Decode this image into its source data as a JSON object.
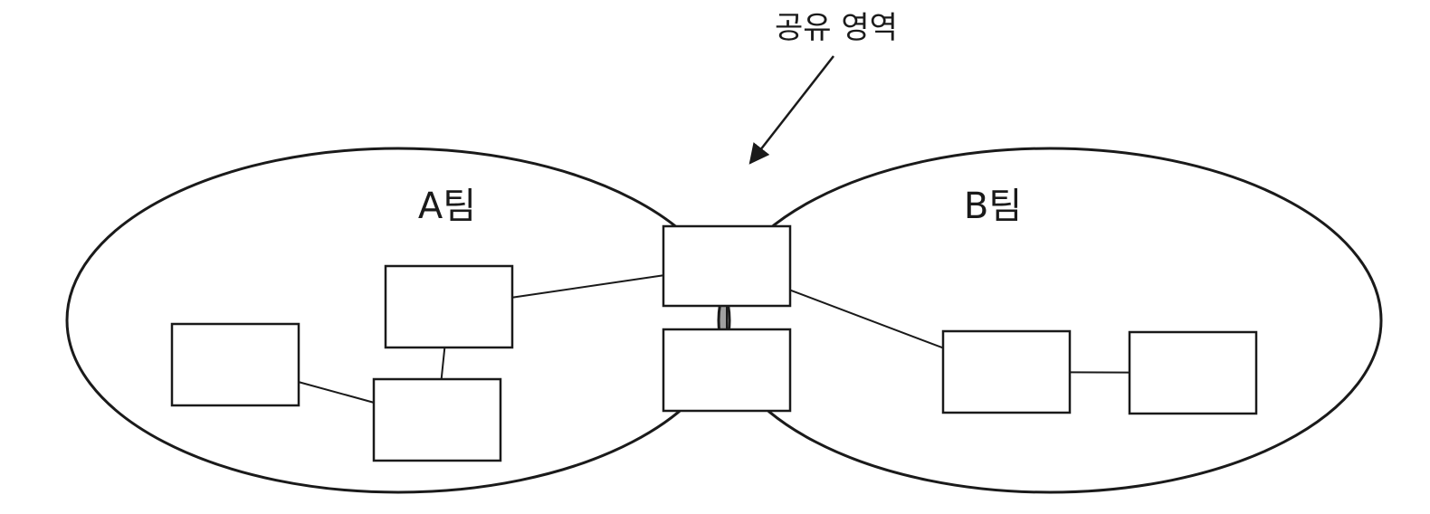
{
  "diagram": {
    "shared_area_label": "공유 영역",
    "team_a_label": "A팀",
    "team_b_label": "B팀",
    "colors": {
      "ink": "#1a1a1a",
      "shared_fill": "#a0a0a0",
      "box_fill": "#ffffff",
      "background": "#ffffff"
    },
    "boxes": [
      {
        "id": "a1",
        "group": "team-a"
      },
      {
        "id": "a2",
        "group": "team-a"
      },
      {
        "id": "a3",
        "group": "team-a"
      },
      {
        "id": "s1",
        "group": "shared"
      },
      {
        "id": "s2",
        "group": "shared"
      },
      {
        "id": "b1",
        "group": "team-b"
      },
      {
        "id": "b2",
        "group": "team-b"
      }
    ],
    "connections": [
      {
        "from": "a1",
        "to": "a3"
      },
      {
        "from": "a2",
        "to": "a3"
      },
      {
        "from": "a2",
        "to": "s1"
      },
      {
        "from": "s1",
        "to": "s2"
      },
      {
        "from": "s1",
        "to": "b1"
      },
      {
        "from": "b1",
        "to": "b2"
      }
    ]
  }
}
